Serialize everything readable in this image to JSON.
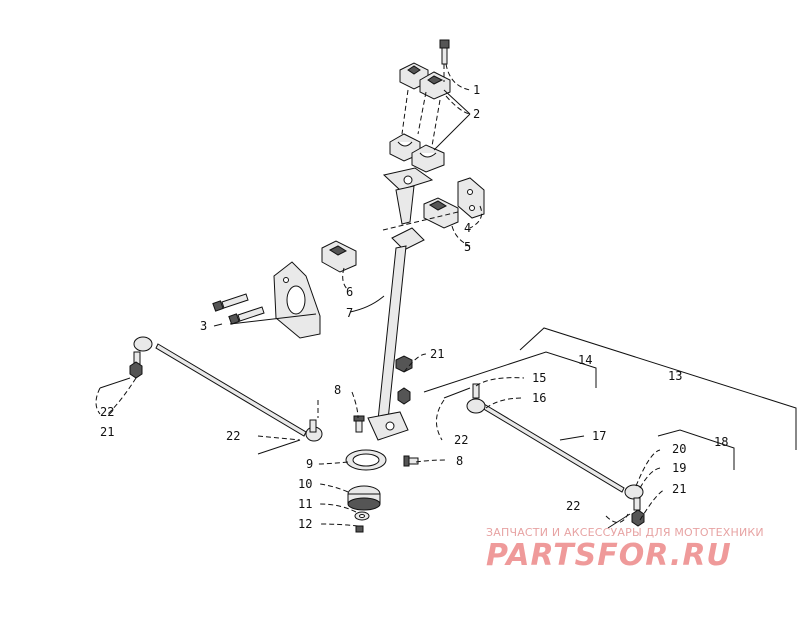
{
  "diagram": {
    "labels": [
      {
        "id": "1",
        "text": "1"
      },
      {
        "id": "2",
        "text": "2"
      },
      {
        "id": "3",
        "text": "3"
      },
      {
        "id": "4",
        "text": "4"
      },
      {
        "id": "5",
        "text": "5"
      },
      {
        "id": "6",
        "text": "6"
      },
      {
        "id": "7",
        "text": "7"
      },
      {
        "id": "8a",
        "text": "8"
      },
      {
        "id": "8b",
        "text": "8"
      },
      {
        "id": "9",
        "text": "9"
      },
      {
        "id": "10",
        "text": "10"
      },
      {
        "id": "11",
        "text": "11"
      },
      {
        "id": "12",
        "text": "12"
      },
      {
        "id": "13",
        "text": "13"
      },
      {
        "id": "14",
        "text": "14"
      },
      {
        "id": "15",
        "text": "15"
      },
      {
        "id": "16",
        "text": "16"
      },
      {
        "id": "17",
        "text": "17"
      },
      {
        "id": "18",
        "text": "18"
      },
      {
        "id": "19",
        "text": "19"
      },
      {
        "id": "20",
        "text": "20"
      },
      {
        "id": "21a",
        "text": "21"
      },
      {
        "id": "21b",
        "text": "21"
      },
      {
        "id": "21c",
        "text": "21"
      },
      {
        "id": "22a",
        "text": "22"
      },
      {
        "id": "22b",
        "text": "22"
      },
      {
        "id": "22c",
        "text": "22"
      },
      {
        "id": "22d",
        "text": "22"
      }
    ]
  },
  "watermark": {
    "caption": "ЗАПЧАСТИ И АКСЕССУАРЫ ДЛЯ МОТОТЕХНИКИ",
    "logo": "PARTSFOR.RU"
  }
}
